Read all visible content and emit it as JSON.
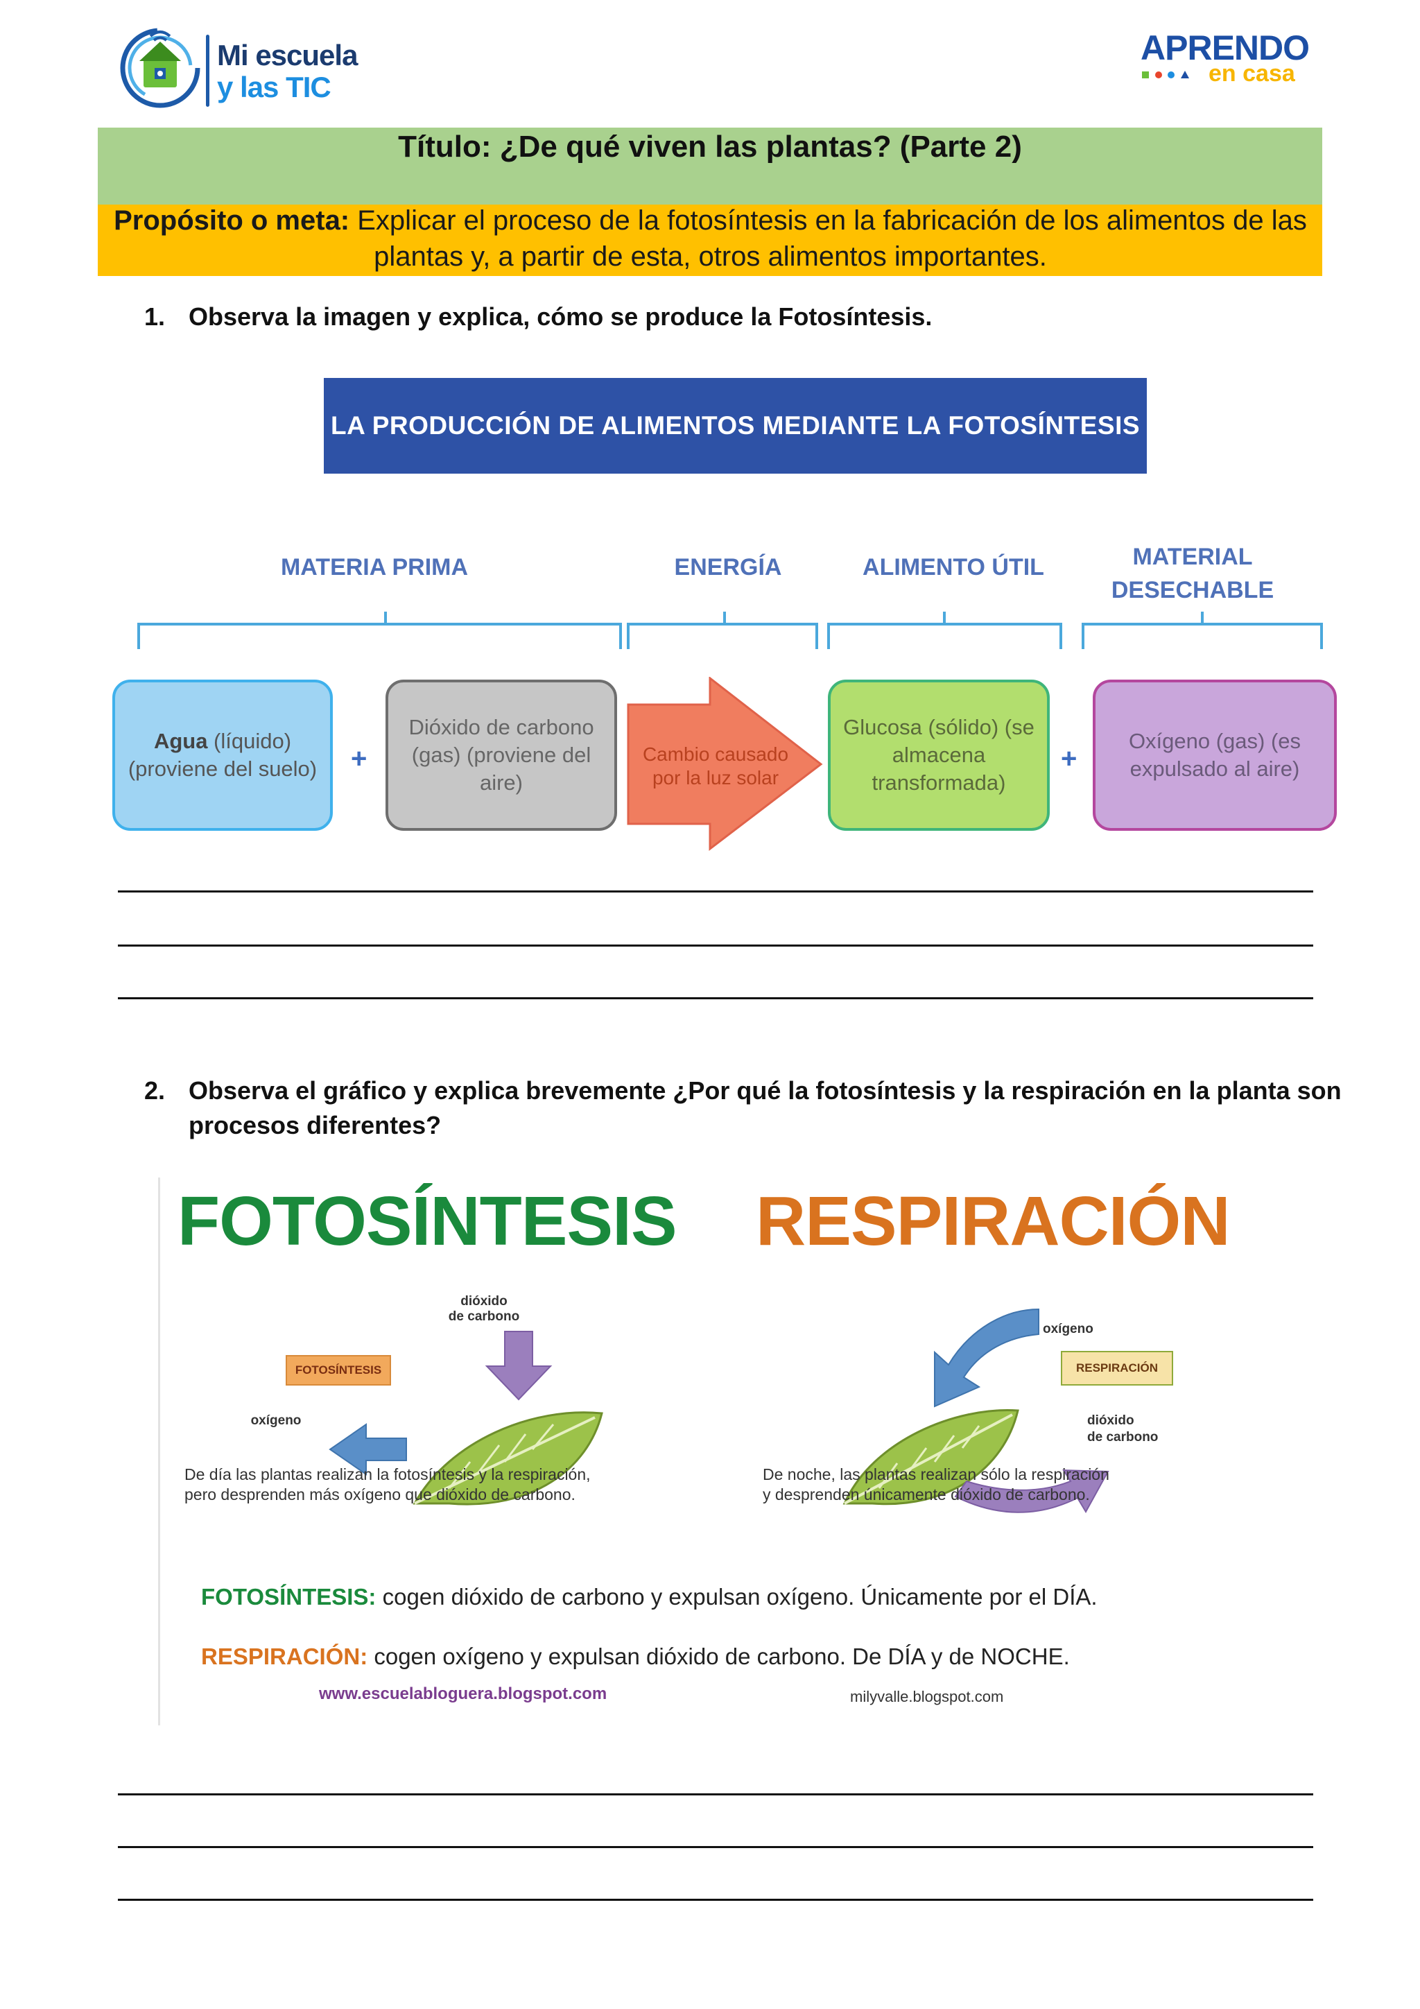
{
  "header": {
    "logo_left_line1": "Mi escuela",
    "logo_left_line2": "y las TIC",
    "logo_right_word": "APRENDO",
    "logo_right_sub": "en casa"
  },
  "title": "Título: ¿De qué viven las plantas? (Parte 2)",
  "purpose": {
    "label": "Propósito o meta:",
    "text": " Explicar el proceso de la fotosíntesis en la fabricación de los alimentos de las plantas y, a partir de esta, otros alimentos importantes."
  },
  "questions": [
    {
      "number": "1.",
      "text": "Observa la imagen y explica, cómo se produce la Fotosíntesis."
    },
    {
      "number": "2.",
      "text_line1": "Observa el gráfico y explica brevemente ¿Por qué la fotosíntesis y la respiración en la planta son",
      "text_line2": "procesos diferentes?"
    }
  ],
  "figure1": {
    "banner": "LA PRODUCCIÓN DE ALIMENTOS MEDIANTE LA FOTOSÍNTESIS",
    "categories": {
      "materia_prima": "MATERIA PRIMA",
      "energia": "ENERGÍA",
      "alimento_util": "ALIMENTO ÚTIL",
      "material_desechable_1": "MATERIAL",
      "material_desechable_2": "DESECHABLE"
    },
    "boxes": {
      "agua_bold": "Agua",
      "agua_rest": " (líquido) (proviene del suelo)",
      "dioxido": "Dióxido de carbono (gas) (proviene del aire)",
      "cambio": "Cambio causado por la luz solar",
      "glucosa": "Glucosa (sólido) (se almacena transformada)",
      "oxigeno": "Oxígeno (gas) (es expulsado al aire)"
    },
    "plus": "+"
  },
  "figure2": {
    "heading_left": "FOTOSÍNTESIS",
    "heading_right": "RESPIRACIÓN",
    "left_panel": {
      "co2_label_1": "dióxido",
      "co2_label_2": "de carbono",
      "tag": "FOTOSÍNTESIS",
      "oxygen_label": "oxígeno",
      "caption_1": "De día las plantas realizan la fotosíntesis y la respiración,",
      "caption_2": "pero desprenden más oxígeno que dióxido de carbono."
    },
    "right_panel": {
      "oxygen_label": "oxígeno",
      "tag": "RESPIRACIÓN",
      "co2_label_1": "dióxido",
      "co2_label_2": "de carbono",
      "caption_1": "De noche, las plantas realizan sólo la respiración",
      "caption_2": "y desprenden únicamente dióxido de carbono."
    },
    "rule_1_label": "FOTOSÍNTESIS:",
    "rule_1_text": " cogen dióxido de carbono y expulsan oxígeno. Únicamente por el DÍA.",
    "rule_2_label": "RESPIRACIÓN:",
    "rule_2_text": " cogen oxígeno y expulsan dióxido de carbono. De DÍA y de NOCHE.",
    "url_left": "www.escuelabloguera.blogspot.com",
    "url_right": "milyvalle.blogspot.com"
  },
  "colors": {
    "title_band": "#a9d18e",
    "purpose_band": "#ffc000",
    "banner_blue": "#2e52a6",
    "green_word": "#1a8a3c",
    "orange_word": "#d9731f"
  }
}
